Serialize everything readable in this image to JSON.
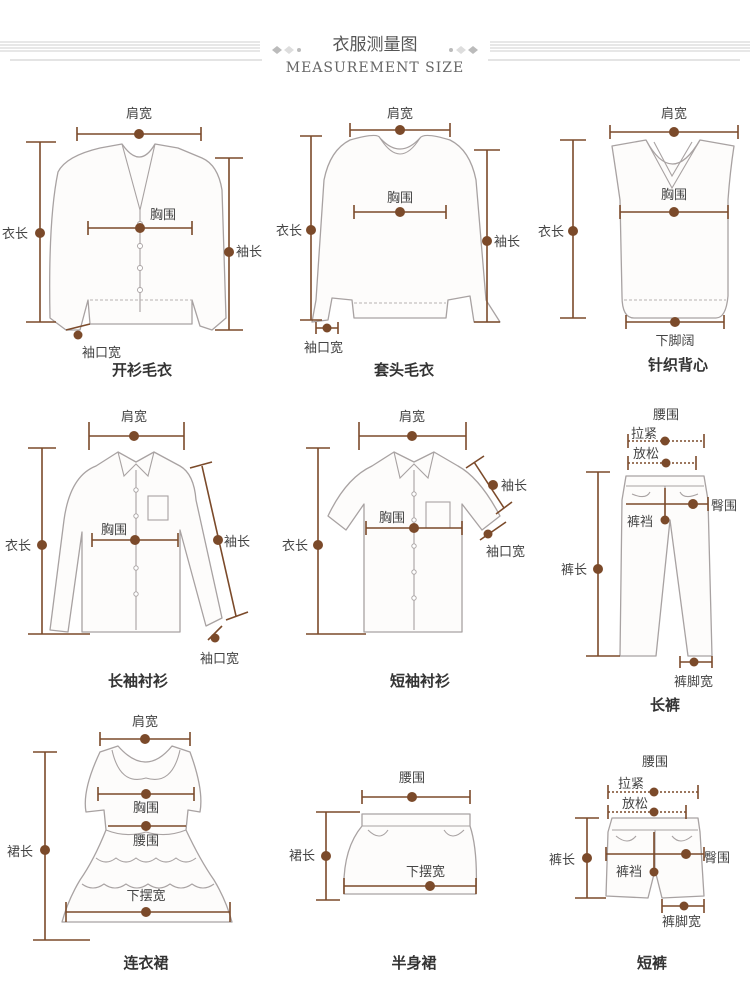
{
  "header": {
    "title_cn": "衣服测量图",
    "title_en": "MEASUREMENT SIZE"
  },
  "garments": {
    "cardigan": {
      "name": "开衫毛衣",
      "shoulder": "肩宽",
      "chest": "胸围",
      "length": "衣长",
      "sleeve": "袖长",
      "cuff": "袖口宽"
    },
    "pullover": {
      "name": "套头毛衣",
      "shoulder": "肩宽",
      "chest": "胸围",
      "length": "衣长",
      "sleeve": "袖长",
      "cuff": "袖口宽"
    },
    "vest": {
      "name": "针织背心",
      "shoulder": "肩宽",
      "chest": "胸围",
      "length": "衣长",
      "hem": "下脚阔"
    },
    "long_shirt": {
      "name": "长袖衬衫",
      "shoulder": "肩宽",
      "chest": "胸围",
      "length": "衣长",
      "sleeve": "袖长",
      "cuff": "袖口宽"
    },
    "short_shirt": {
      "name": "短袖衬衫",
      "shoulder": "肩宽",
      "chest": "胸围",
      "length": "衣长",
      "sleeve": "袖长",
      "cuff": "袖口宽"
    },
    "trousers": {
      "name": "长裤",
      "waist": "腰围",
      "stretched": "拉紧",
      "relaxed": "放松",
      "hip": "臀围",
      "rise": "裤裆",
      "length": "裤长",
      "leg_opening": "裤脚宽"
    },
    "dress": {
      "name": "连衣裙",
      "shoulder": "肩宽",
      "chest": "胸围",
      "waist": "腰围",
      "length": "裙长",
      "hem": "下摆宽"
    },
    "skirt": {
      "name": "半身裙",
      "waist": "腰围",
      "length": "裙长",
      "hem": "下摆宽"
    },
    "shorts": {
      "name": "短裤",
      "waist": "腰围",
      "stretched": "拉紧",
      "relaxed": "放松",
      "hip": "臀围",
      "rise": "裤裆",
      "length": "裤长",
      "leg_opening": "裤脚宽"
    }
  },
  "colors": {
    "accent": "#7b4a2a",
    "outline": "#a8a2a2",
    "text": "#444444"
  }
}
